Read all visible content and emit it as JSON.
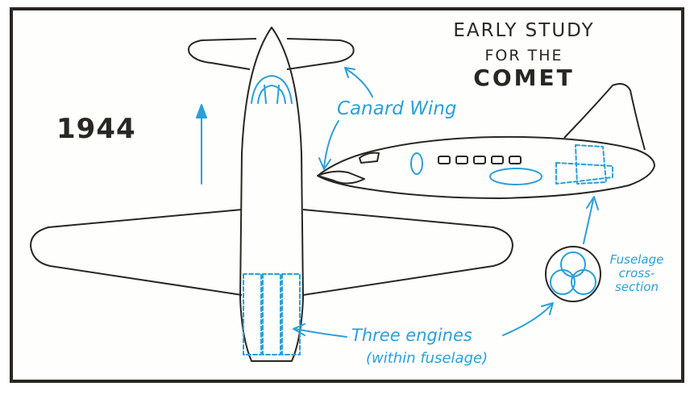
{
  "title": {
    "line1": "EARLY STUDY",
    "line2": "FOR THE",
    "line3": "COMET"
  },
  "year": "1944",
  "labels": {
    "canard_wing": "Canard Wing",
    "three_engines": "Three engines",
    "within_fuselage": "(within fuselage)",
    "fuselage_cross_section": "Fuselage cross-section"
  },
  "colors": {
    "ink": "#2a2622",
    "accent_blue": "#2aa0d8",
    "background": "#fefefc"
  }
}
